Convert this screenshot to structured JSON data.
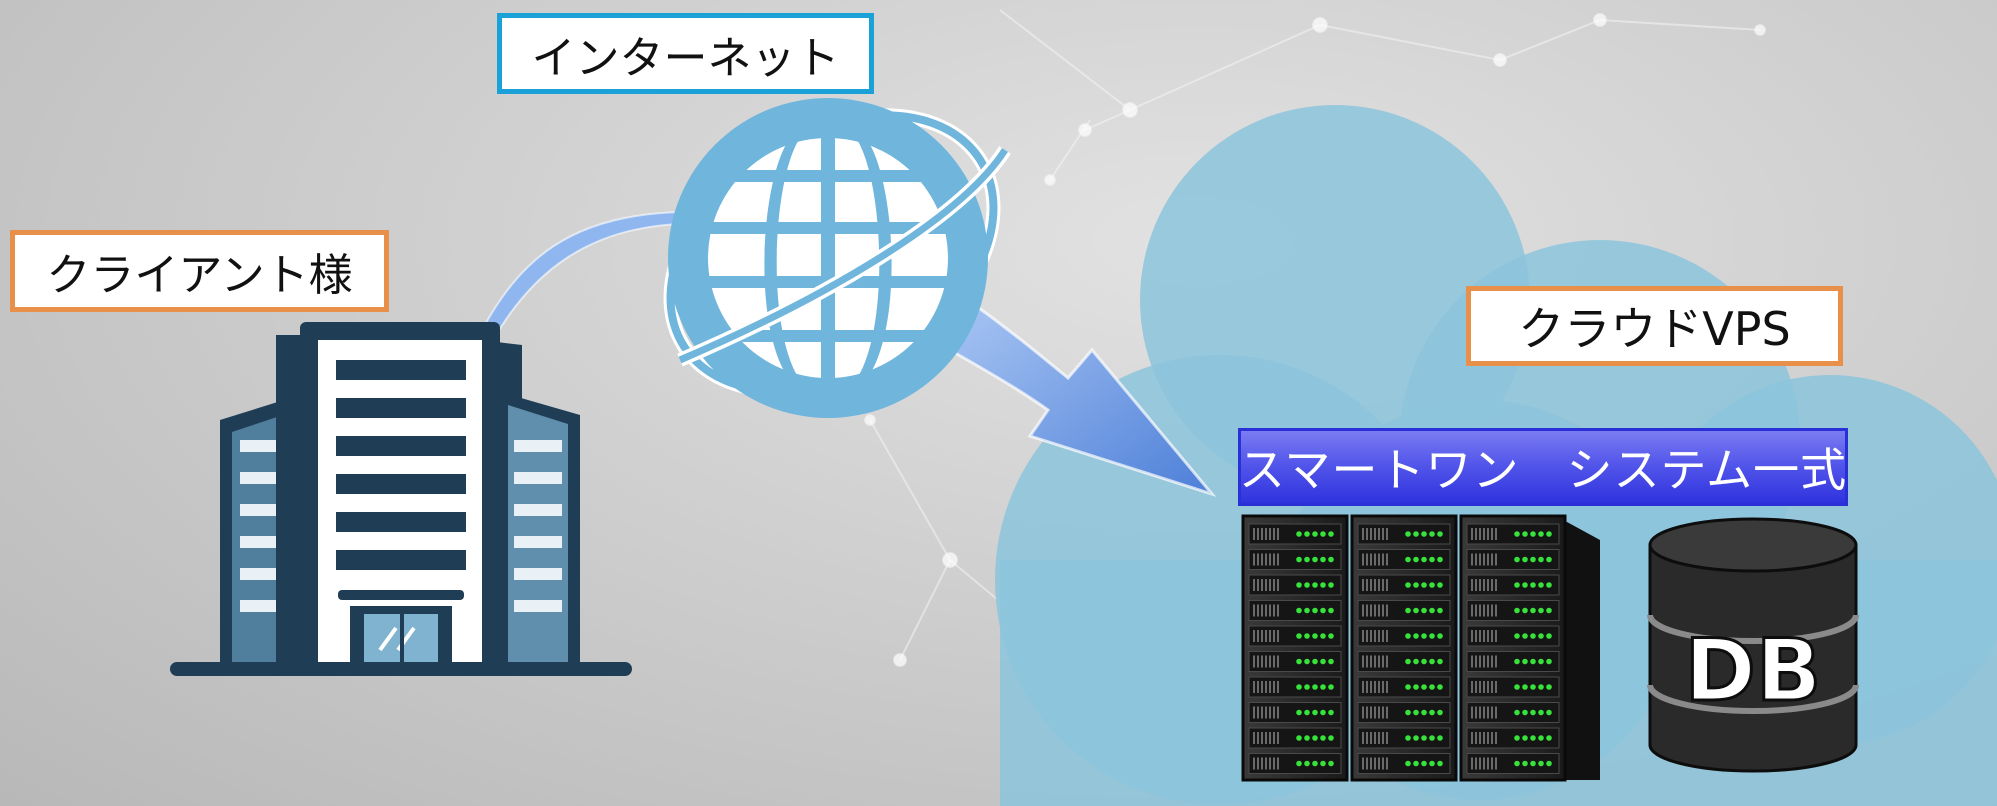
{
  "labels": {
    "client": "クライアント様",
    "internet": "インターネット",
    "cloud": "クラウドVPS",
    "system": "スマートワン　システム一式",
    "database": "DB"
  },
  "colors": {
    "client_border": "#e8904a",
    "internet_border": "#1aa1d8",
    "cloud_border": "#e8904a",
    "system_fill": "#4f52e8",
    "cloud_fill": "#8cc4dc",
    "globe": "#6fb5dc",
    "building": "#1f3d54",
    "arrow": "#6e98e2",
    "server_led": "#37e23a",
    "db_body": "#2a2a2a"
  },
  "icons": [
    "building-icon",
    "globe-icon",
    "cloud-icon",
    "server-rack-icon",
    "database-icon",
    "connection-arrow"
  ]
}
